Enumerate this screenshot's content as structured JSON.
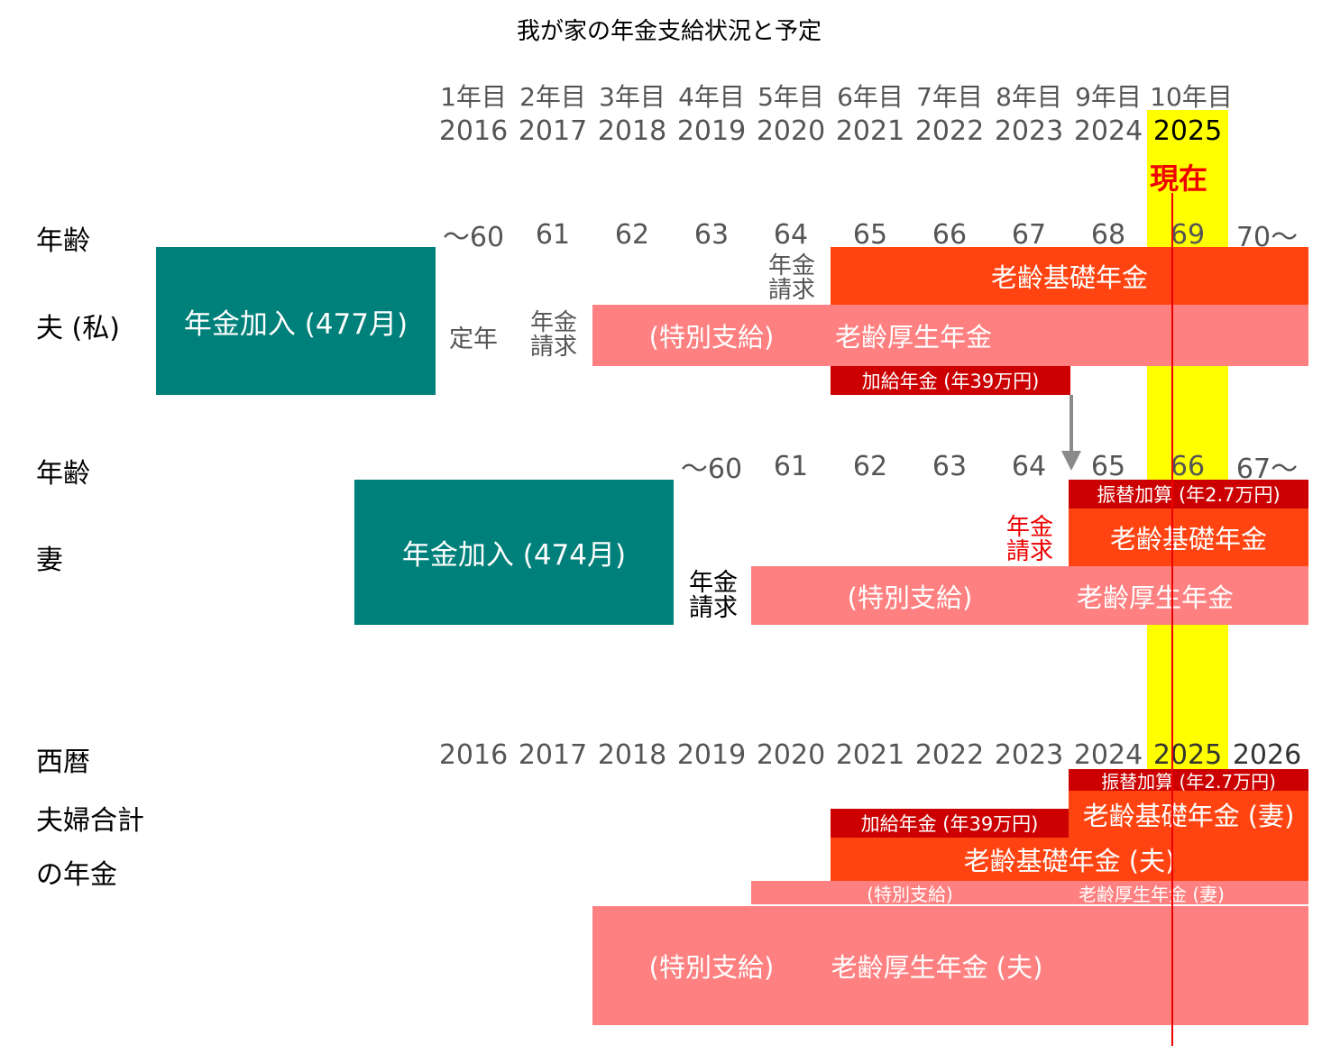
{
  "title": "我が家の年金支給状況と予定",
  "years": [
    {
      "n": "1年目",
      "y": "2016"
    },
    {
      "n": "2年目",
      "y": "2017"
    },
    {
      "n": "3年目",
      "y": "2018"
    },
    {
      "n": "4年目",
      "y": "2019"
    },
    {
      "n": "5年目",
      "y": "2020"
    },
    {
      "n": "6年目",
      "y": "2021"
    },
    {
      "n": "7年目",
      "y": "2022"
    },
    {
      "n": "8年目",
      "y": "2023"
    },
    {
      "n": "9年目",
      "y": "2024"
    },
    {
      "n": "10年目",
      "y": "2025"
    }
  ],
  "current_label": "現在",
  "husband": {
    "age_label": "年齢",
    "row_label": "夫 (私)",
    "ages": [
      "〜60",
      "61",
      "62",
      "63",
      "64",
      "65",
      "66",
      "67",
      "68",
      "69",
      "70〜"
    ],
    "enrolled": "年金加入 (477月)",
    "retire_note": "定年",
    "claim_note_1": "年金\n請求",
    "claim_note_2": "年金\n請求",
    "basic": "老齢基礎年金",
    "special": "(特別支給)",
    "employee": "老齢厚生年金",
    "additional": "加給年金 (年39万円)"
  },
  "wife": {
    "age_label": "年齢",
    "row_label": "妻",
    "ages": [
      "〜60",
      "61",
      "62",
      "63",
      "64",
      "65",
      "66",
      "67〜"
    ],
    "enrolled": "年金加入 (474月)",
    "claim_note_1": "年金\n請求",
    "claim_note_2": "年金\n請求",
    "transfer": "振替加算 (年2.7万円)",
    "basic": "老齢基礎年金",
    "special": "(特別支給)",
    "employee": "老齢厚生年金"
  },
  "total": {
    "year_label": "西暦",
    "row_label_1": "夫婦合計",
    "row_label_2": "の年金",
    "years": [
      "2016",
      "2017",
      "2018",
      "2019",
      "2020",
      "2021",
      "2022",
      "2023",
      "2024",
      "2025",
      "2026"
    ],
    "transfer": "振替加算 (年2.7万円)",
    "basic_wife": "老齢基礎年金 (妻)",
    "additional": "加給年金 (年39万円)",
    "basic_husband": "老齢基礎年金 (夫)",
    "special_wife": "(特別支給)",
    "employee_wife": "老齢厚生年金 (妻)",
    "special_husband": "(特別支給)",
    "employee_husband": "老齢厚生年金 (夫)"
  },
  "colors": {
    "teal": "#00807a",
    "orange": "#ff4411",
    "pink": "#ff8080",
    "dark_red": "#cc0000",
    "highlight": "#ffff00",
    "current_line": "#ee0000"
  }
}
